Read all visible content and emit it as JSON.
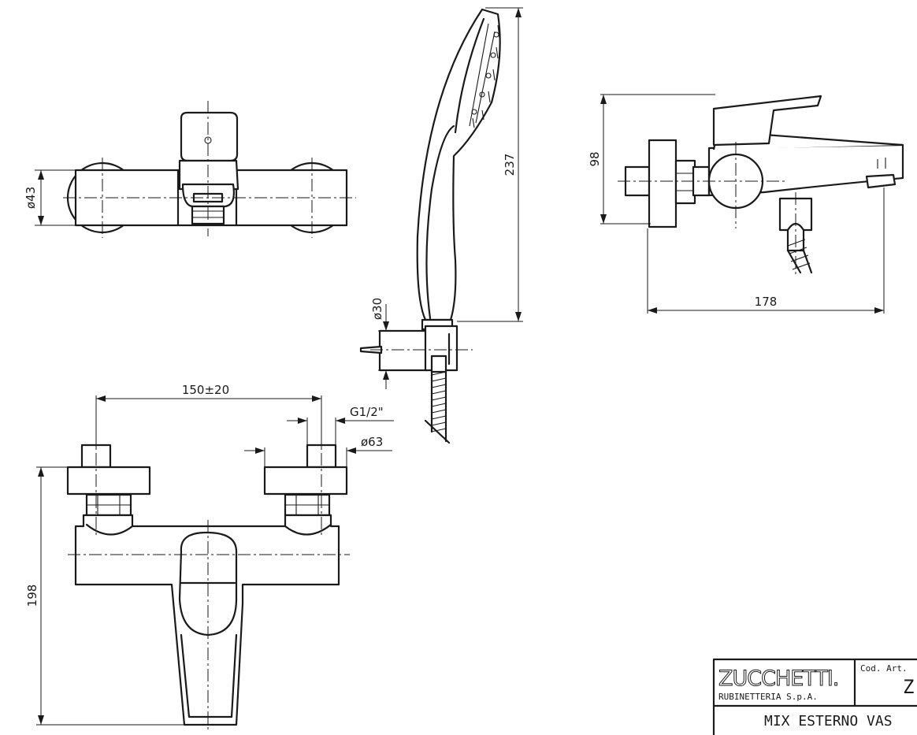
{
  "dimensions": {
    "top_view_diameter": "ø43",
    "handshower_length": "237",
    "holder_diameter": "ø30",
    "side_height": "98",
    "side_length": "178",
    "centers": "150±20",
    "thread": "G1/2\"",
    "flange_diameter": "ø63",
    "front_height": "198"
  },
  "title_block": {
    "brand": "ZUCCHETTI.",
    "company": "RUBINETTERIA  S.p.A.",
    "code_label": "Cod. Art.",
    "code_value": "Z",
    "description": "MIX ESTERNO VAS"
  }
}
